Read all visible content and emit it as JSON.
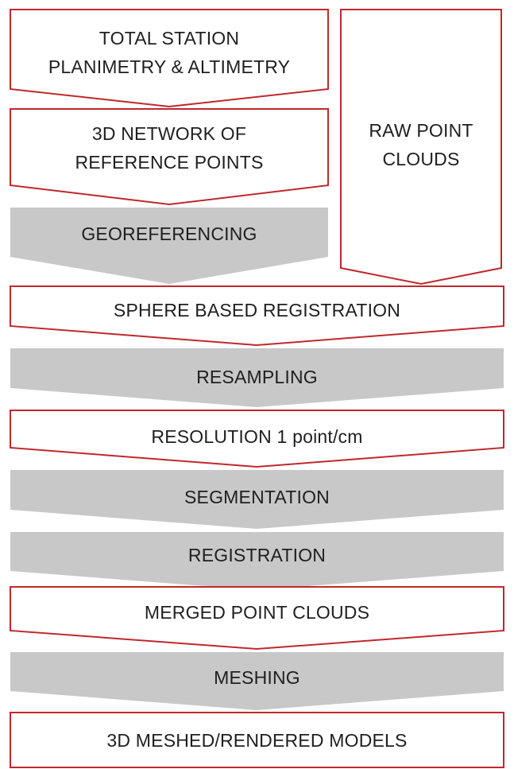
{
  "colors": {
    "outline": "#c0282d",
    "box_fill": "#ffffff",
    "band_fill": "#c8c8c8",
    "text": "#1f1f1f"
  },
  "steps": {
    "total_station": {
      "line1": "TOTAL STATION",
      "line2": "PLANIMETRY & ALTIMETRY"
    },
    "network": {
      "line1": "3D NETWORK OF",
      "line2": "REFERENCE POINTS"
    },
    "raw_clouds": {
      "line1": "RAW POINT",
      "line2": "CLOUDS"
    },
    "georeferencing": "GEOREFERENCING",
    "sphere_registration": "SPHERE BASED REGISTRATION",
    "resampling": "RESAMPLING",
    "resolution": "RESOLUTION 1 point/cm",
    "segmentation": "SEGMENTATION",
    "registration": "REGISTRATION",
    "merged": "MERGED POINT CLOUDS",
    "meshing": "MESHING",
    "models": "3D MESHED/RENDERED MODELS"
  }
}
